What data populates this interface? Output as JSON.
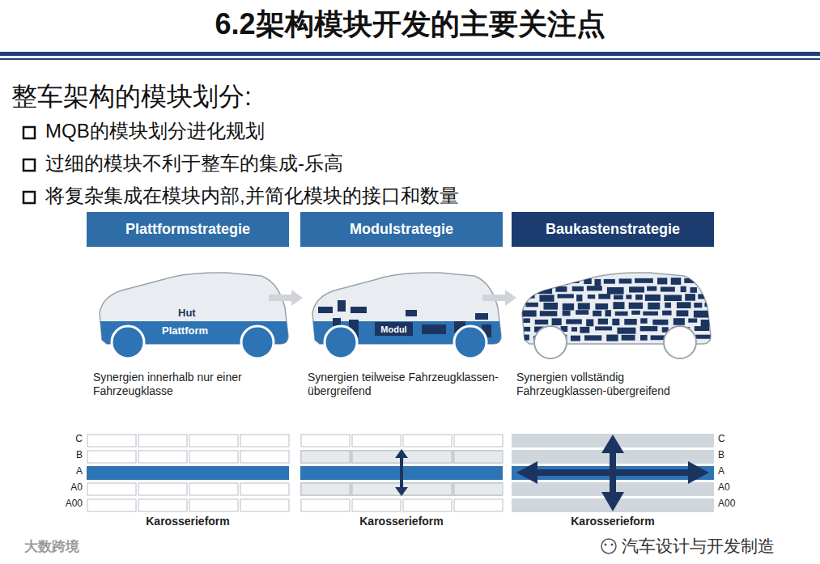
{
  "diagram": {
    "title": "6.2架构模块开发的主要关注点",
    "nodes": [
      {
        "text": [
          "Plattformstrategie"
        ]
      },
      {
        "text": [
          "Modulstrategie"
        ]
      },
      {
        "text": [
          "Baukastenstrategie"
        ]
      },
      {
        "text": [
          "Modul"
        ]
      }
    ],
    "labels": [
      "整车架构的模块划分:",
      "MQB的模块划分进化规划",
      "过细的模块不利于整车的集成-乐高",
      "将复杂集成在模块内部,并简化模块的接口和数量",
      "Hut",
      "Plattform",
      "Synergien innerhalb nur einer Fahrzeugklasse",
      "Synergien teilweise Fahrzeugklassen-übergreifend",
      "Synergien vollständig Fahrzeugklassen-übergreifend",
      "C",
      "B",
      "A",
      "A0",
      "A00",
      "C",
      "B",
      "A",
      "A0",
      "A00",
      "Karosserieform",
      "Karosserieform",
      "Karosserieform",
      "大数跨境",
      "汽车设计与开发制造"
    ]
  }
}
